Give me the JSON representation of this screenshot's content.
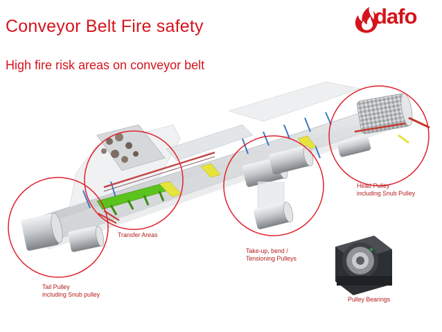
{
  "header": {
    "title": "Conveyor Belt Fire safety",
    "subtitle": "High fire risk areas on conveyor belt",
    "logo_text": "dafo"
  },
  "areas": [
    {
      "label_line1": "Tail Pulley",
      "label_line2": "including Snub pulley"
    },
    {
      "label_line1": "Transfer Areas",
      "label_line2": ""
    },
    {
      "label_line1": "Take-up, bend /",
      "label_line2": "Tensioning Pulleys"
    },
    {
      "label_line1": "Head Pulley",
      "label_line2": "including Snub Pulley"
    },
    {
      "label_line1": "Pulley Bearings",
      "label_line2": ""
    }
  ],
  "colors": {
    "accent_red": "#d4141c",
    "circle_red": "#e0202a",
    "green_frame": "#5cc21e",
    "yellow_support": "#e6e43a",
    "blue_parts": "#3a78c0",
    "belt_gray": "#c9ccd0"
  },
  "icons": [
    "flame-logo-icon",
    "pulley-bearing-icon"
  ]
}
